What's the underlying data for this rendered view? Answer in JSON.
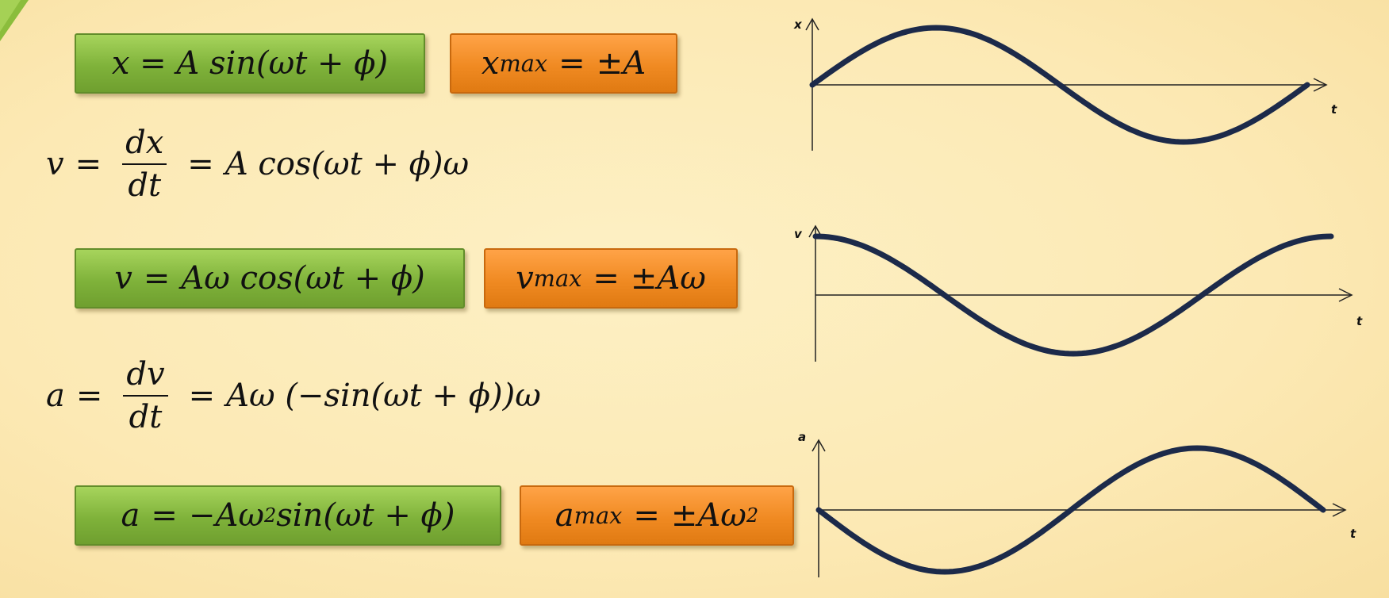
{
  "position": {
    "box_equation": "x = A sin(ωt + ϕ)",
    "max_var": "x",
    "max_sub": "max",
    "max_rhs": "±A"
  },
  "velocity_derivation": {
    "lhs": "v",
    "num": "dx",
    "den": "dt",
    "rhs": "A cos(ωt + ϕ)ω"
  },
  "velocity": {
    "box_lhs": "v",
    "box_rhs": "Aω cos(ωt + ϕ)",
    "max_var": "v",
    "max_sub": "max",
    "max_rhs": "±Aω"
  },
  "acceleration_derivation": {
    "lhs": "a",
    "num": "dv",
    "den": "dt",
    "rhs": "Aω (−sin(ωt + ϕ))ω"
  },
  "acceleration": {
    "box_lhs": "a",
    "box_rhs_pre": "−Aω",
    "box_rhs_exp": "2",
    "box_rhs_post": " sin(ωt + ϕ)",
    "max_var": "a",
    "max_sub": "max",
    "max_rhs_pre": "±Aω",
    "max_rhs_exp": "2"
  },
  "graphs": [
    {
      "y_label": "x",
      "x_label": "t",
      "function": "sin",
      "start_phase": 0,
      "end_phase": 1.0
    },
    {
      "y_label": "v",
      "x_label": "t",
      "function": "cos",
      "start_phase": 0,
      "end_phase": 1.0
    },
    {
      "y_label": "a",
      "x_label": "t",
      "function": "-sin",
      "start_phase": 0,
      "end_phase": 1.0
    }
  ],
  "colors": {
    "curve": "#1c2a4a",
    "green_box": "#86b840",
    "orange_box": "#f08a22",
    "background": "#fcebb8"
  }
}
